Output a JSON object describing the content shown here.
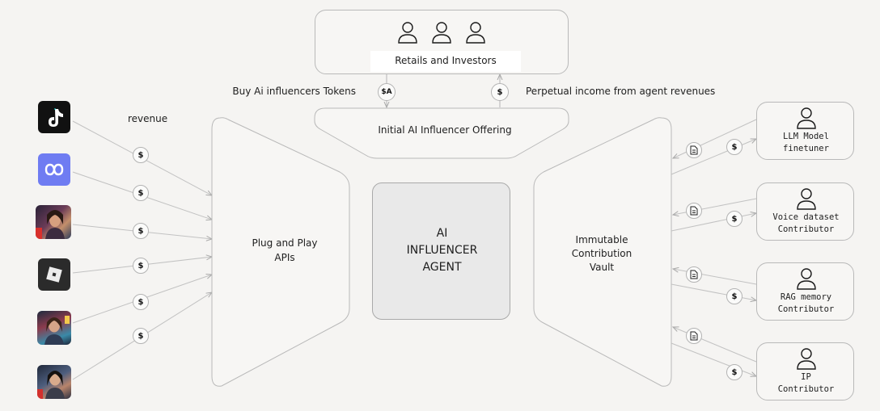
{
  "investors": {
    "label": "Retails and Investors"
  },
  "offering": {
    "label": "Initial AI Influencer Offering"
  },
  "flows": {
    "buy_tokens": "Buy Ai influencers Tokens",
    "perpetual_income": "Perpetual income from agent revenues",
    "revenue": "revenue",
    "token_symbol": "$A",
    "dollar_symbol": "$"
  },
  "apis": {
    "line1": "Plug and Play",
    "line2": "APIs"
  },
  "agent": {
    "line1": "AI",
    "line2": "INFLUENCER",
    "line3": "AGENT"
  },
  "vault": {
    "line1": "Immutable",
    "line2": "Contribution",
    "line3": "Vault"
  },
  "contributors": [
    {
      "line1": "LLM Model",
      "line2": "finetuner"
    },
    {
      "line1": "Voice dataset",
      "line2": "Contributor"
    },
    {
      "line1": "RAG memory",
      "line2": "Contributor"
    },
    {
      "line1": "IP",
      "line2": "Contributor"
    }
  ],
  "sources": [
    {
      "icon": "tiktok-icon"
    },
    {
      "icon": "infinity-app-icon"
    },
    {
      "icon": "influencer-avatar-icon"
    },
    {
      "icon": "roblox-icon"
    },
    {
      "icon": "influencer-avatar-icon"
    },
    {
      "icon": "influencer-avatar-icon"
    }
  ],
  "colors": {
    "line": "#bdbdbd",
    "box_border": "#b9b9b9",
    "agent_fill": "#e9e9e9",
    "infinity_bg": "#6f7cf2",
    "roblox_bg": "#2b2b2b",
    "tiktok_bg": "#111111"
  }
}
